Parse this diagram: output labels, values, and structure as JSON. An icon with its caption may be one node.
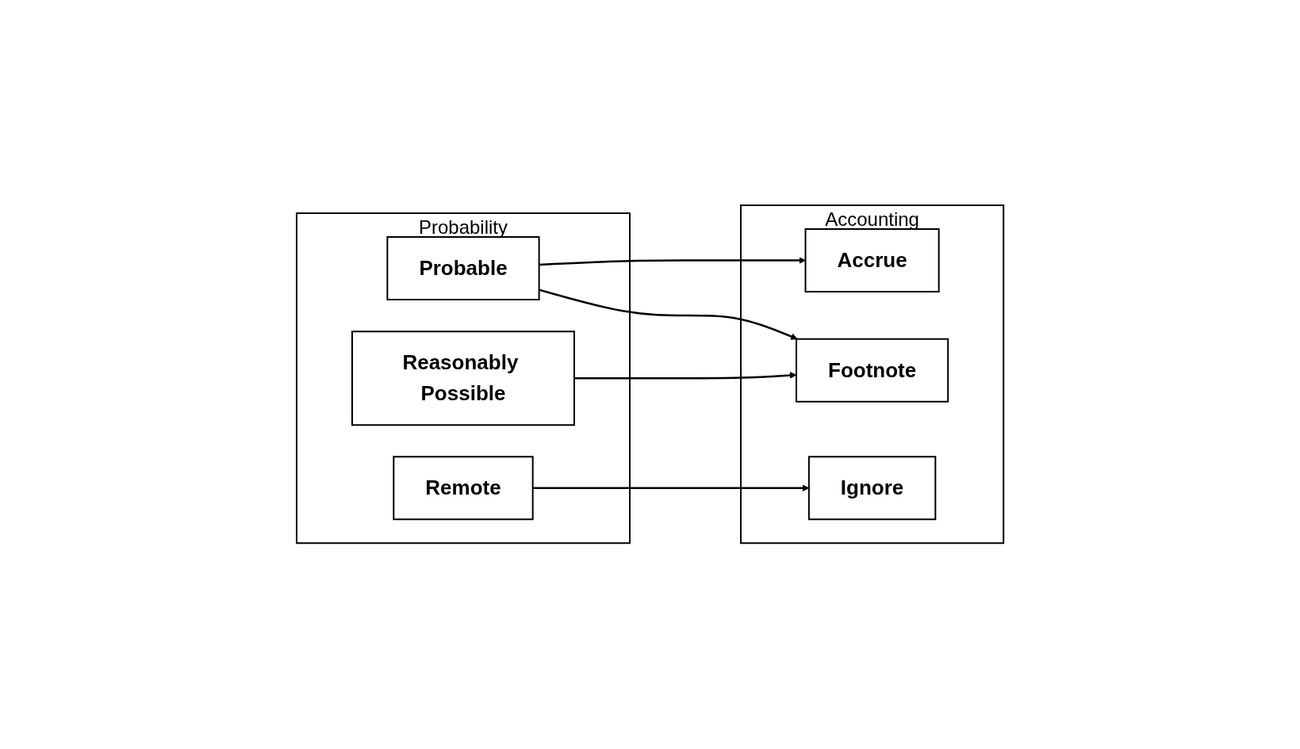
{
  "diagram": {
    "nodes": [
      {
        "text": [
          "Probability"
        ]
      },
      {
        "text": [
          "Probable"
        ],
        "in": 0
      },
      {
        "text": [
          "Reasonably Possible"
        ],
        "in": 0
      },
      {
        "text": [
          "Remote"
        ],
        "in": 0
      },
      {
        "text": [
          "Accounting"
        ]
      },
      {
        "text": [
          "Accrue"
        ],
        "in": 4
      },
      {
        "text": [
          "Footnote"
        ],
        "in": 4
      },
      {
        "text": [
          "Ignore"
        ],
        "in": 4
      }
    ],
    "edges": [
      {
        "from": 1,
        "to": 5,
        "arrow": "to"
      },
      {
        "from": 1,
        "to": 6,
        "arrow": "to"
      },
      {
        "from": 2,
        "to": 6,
        "arrow": "to"
      },
      {
        "from": 3,
        "to": 7,
        "arrow": "to"
      }
    ]
  }
}
